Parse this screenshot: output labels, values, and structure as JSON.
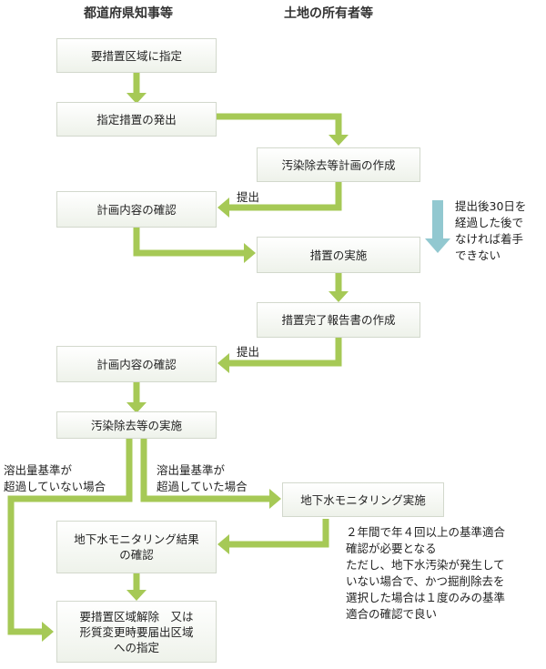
{
  "headers": {
    "governor": "都道府県知事等",
    "landowner": "土地の所有者等"
  },
  "boxes": {
    "designation": "要措置区域に指定",
    "order": "指定措置の発出",
    "plan_create": "汚染除去等計画の作成",
    "plan_check1": "計画内容の確認",
    "implement": "措置の実施",
    "report": "措置完了報告書の作成",
    "plan_check2": "計画内容の確認",
    "removal": "汚染除去等の実施",
    "gw_monitor": "地下水モニタリング実施",
    "gw_result": [
      "地下水モニタリング結果",
      "の確認"
    ],
    "release": [
      "要措置区域解除　又は",
      "形質変更時要届出区域",
      "への指定"
    ]
  },
  "labels": {
    "submit1": "提出",
    "submit2": "提出",
    "not_exceed": [
      "溶出量基準が",
      "超過していない場合"
    ],
    "exceed": [
      "溶出量基準が",
      "超過していた場合"
    ]
  },
  "notes": {
    "deadline": [
      "提出後30日を",
      "経過した後で",
      "なければ着手",
      "できない"
    ],
    "monitoring": [
      "２年間で年４回以上の基準適合",
      "確認が必要となる",
      "ただし、地下水汚染が発生して",
      "いない場合で、かつ掘削除去を",
      "選択した場合は１度のみの基準",
      "適合の確認で良い"
    ]
  },
  "colors": {
    "arrow_green": "#a6c956",
    "arrow_blue": "#92c8d0",
    "box_border": "#d2d8cc"
  }
}
